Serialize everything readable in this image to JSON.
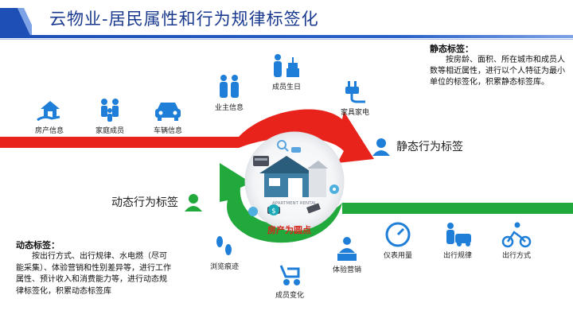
{
  "header": {
    "title": "云物业-居民属性和行为规律标签化"
  },
  "static_items": [
    {
      "label": "房产信息"
    },
    {
      "label": "家庭成员"
    },
    {
      "label": "车辆信息"
    },
    {
      "label": "业主信息"
    },
    {
      "label": "成员生日"
    },
    {
      "label": "家具家电"
    }
  ],
  "dynamic_items": [
    {
      "label": "仪表用量"
    },
    {
      "label": "出行规律"
    },
    {
      "label": "出行方式"
    },
    {
      "label": "浏览痕迹"
    },
    {
      "label": "成员变化"
    },
    {
      "label": "体验营销"
    }
  ],
  "static_tag": {
    "label": "静态行为标签"
  },
  "dynamic_tag": {
    "label": "动态行为标签"
  },
  "center": {
    "caption": "房产为圆点",
    "badge": "APARTMENT RENTAL"
  },
  "static_desc": {
    "title": "静态标签：",
    "body": "按房龄、面积、所在城市和成员人数等相近属性，进行以个人特征为最小单位的标签化，积累静态标签库。"
  },
  "dynamic_desc": {
    "title": "动态标签：",
    "body": "按出行方式、出行规律、水电燃（尽可能采集）、体验营销和性别差异等，进行工作属性、预计收入和消费能力等，进行动态规律标签化，积累动态标签库"
  },
  "colors": {
    "red": "#e8231c",
    "green": "#22a93c",
    "blue": "#1f7fd8",
    "title": "#1a3a8f"
  }
}
